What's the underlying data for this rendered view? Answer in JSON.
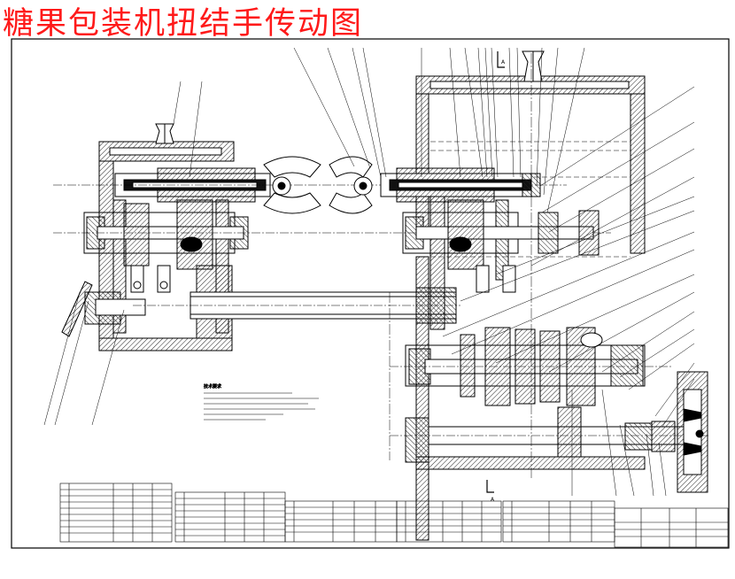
{
  "title": "糖果包装机扭结手传动图",
  "colors": {
    "ink": "#000000",
    "title": "#ff1a1a",
    "hatch": "#555555"
  },
  "notes_heading": "技术要求",
  "section_marks": [
    "A",
    "A"
  ]
}
